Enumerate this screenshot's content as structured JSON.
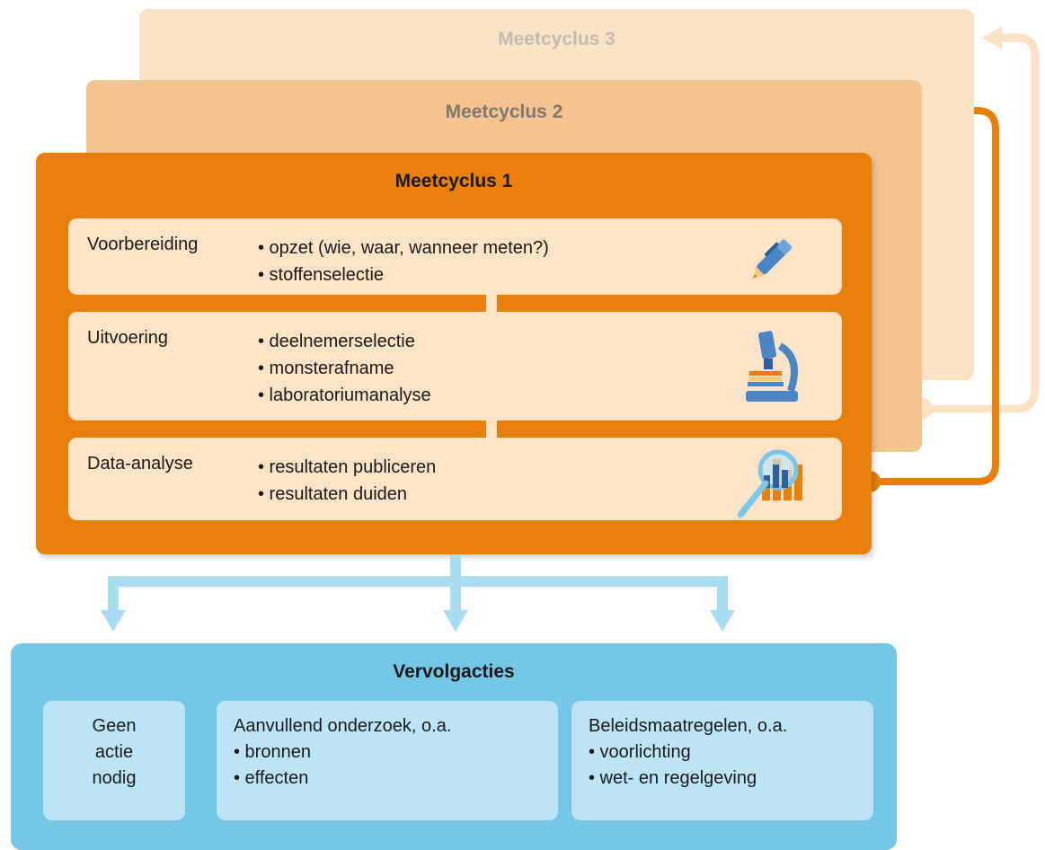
{
  "cycles": {
    "cycle3_title": "Meetcyclus 3",
    "cycle2_title": "Meetcyclus 2",
    "cycle1_title": "Meetcyclus 1"
  },
  "steps": [
    {
      "label": "Voorbereiding",
      "items": [
        "• opzet (wie, waar, wanneer meten?)",
        "• stoffenselectie"
      ],
      "icon": "pen-icon"
    },
    {
      "label": "Uitvoering",
      "items": [
        "• deelnemerselectie",
        "• monsterafname",
        "• laboratoriumanalyse"
      ],
      "icon": "microscope-icon"
    },
    {
      "label": "Data-analyse",
      "items": [
        "• resultaten publiceren",
        "• resultaten duiden"
      ],
      "icon": "magnifier-chart-icon"
    }
  ],
  "followup": {
    "title": "Vervolgacties",
    "actions": [
      {
        "lines": [
          "Geen",
          "actie",
          "nodig"
        ]
      },
      {
        "lines": [
          "Aanvullend onderzoek, o.a.",
          "• bronnen",
          "• effecten"
        ]
      },
      {
        "lines": [
          "Beleidsmaatregelen, o.a.",
          "• voorlichting",
          "• wet- en regelgeving"
        ]
      }
    ]
  },
  "colors": {
    "cycle1": "#e97f0b",
    "cycle2": "#f3c48d",
    "cycle3": "#fae2c7",
    "step_bg": "#fbe3c8",
    "followup": "#74c7e7",
    "action_bg": "#bde4f5",
    "arrow_blue": "#a9dcf1"
  }
}
